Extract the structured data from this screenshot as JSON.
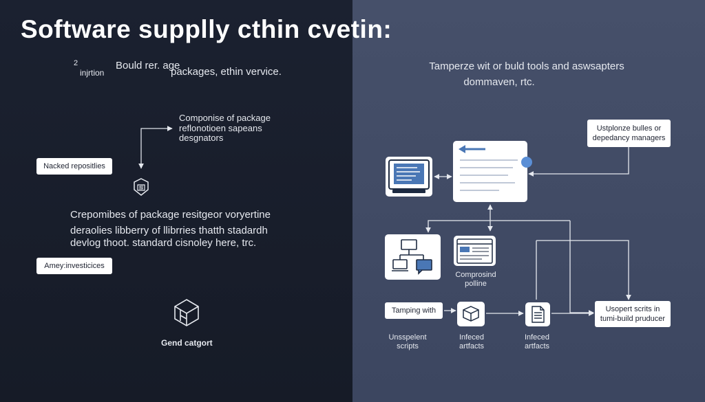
{
  "title": "Software supplly cthin cvetin:",
  "left": {
    "step_num": "2",
    "injection": "injrtion",
    "build_line": "Bould rer. age",
    "packages_line": "packages, ethin vervice.",
    "compromise_lines": [
      "Componise of package",
      "reflonotioen sapeans",
      "desgnators"
    ],
    "hacked_repos": "Nacked repositlies",
    "shield_letter": "S",
    "paragraph_lines": [
      "Crepomibes of package resitgeor voryertine",
      "deraolies libberry of llibrries thatth stadardh",
      "devlog thoot. standard cisnoley here, trc."
    ],
    "army_box": "Amey:investicices",
    "general_category": "Gend catgort"
  },
  "right": {
    "top_lines": [
      "Tamperze wit or buld tools and aswsapters",
      "dommaven, rtc."
    ],
    "build_tools_box_lines": [
      "Ustplonze bulles or",
      "depedancy managers"
    ],
    "compromised_caption_lines": [
      "Comprosind",
      "polline"
    ],
    "tamper_box": "Tamping with",
    "unspelent_lines": [
      "Unsspelent",
      "scripts"
    ],
    "infected_1_lines": [
      "Infeced",
      "artfacts"
    ],
    "infected_2_lines": [
      "Infeced",
      "artfacts"
    ],
    "usoperat_lines": [
      "Usopert scrits in",
      "tumi-build pruducer"
    ]
  },
  "colors": {
    "left_bg": "#1a202d",
    "right_bg": "#434d66",
    "accent": "#5b8fd6",
    "card": "#ffffff"
  }
}
